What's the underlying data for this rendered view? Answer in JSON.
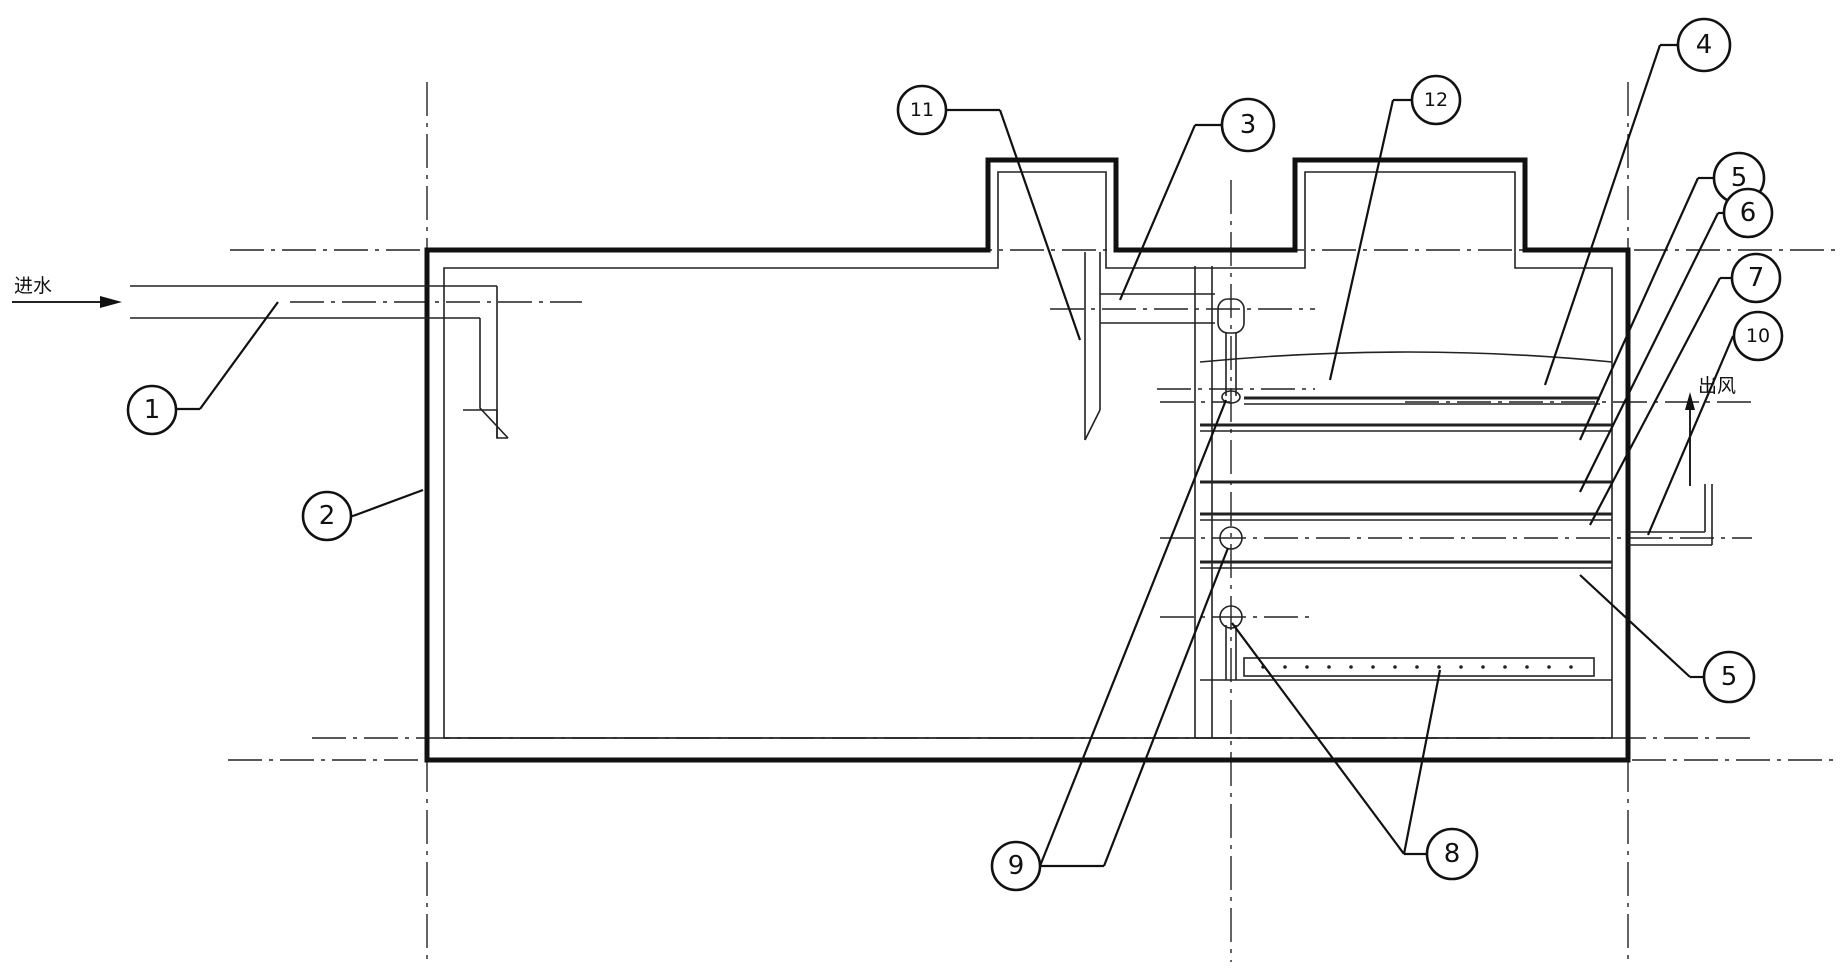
{
  "notes": {
    "inlet": "进水",
    "outlet": "出风"
  },
  "callouts": {
    "c1": "1",
    "c2": "2",
    "c3": "3",
    "c4": "4",
    "c5a": "5",
    "c5b": "5",
    "c6": "6",
    "c7": "7",
    "c8": "8",
    "c9": "9",
    "c10": "10",
    "c11": "11",
    "c12": "12"
  }
}
